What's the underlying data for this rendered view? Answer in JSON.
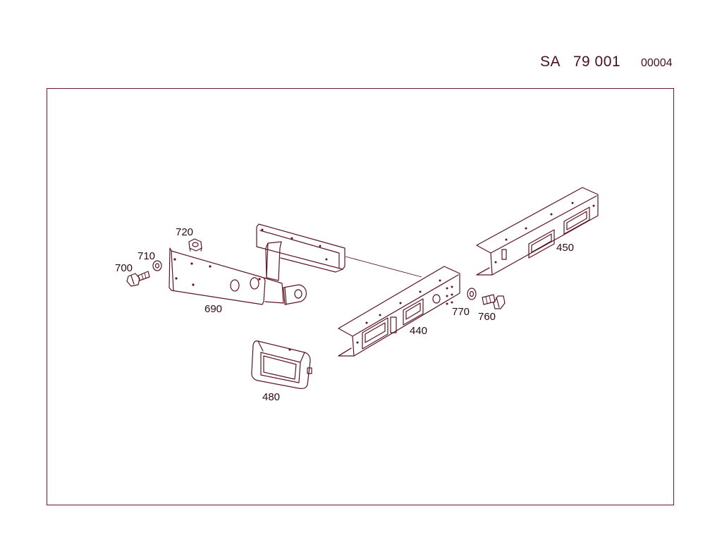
{
  "header": {
    "code": "SA   79 001",
    "sheet": "00004"
  },
  "parts": [
    {
      "id": "p700",
      "label": "700"
    },
    {
      "id": "p710",
      "label": "710"
    },
    {
      "id": "p720",
      "label": "720"
    },
    {
      "id": "p690",
      "label": "690"
    },
    {
      "id": "p480",
      "label": "480"
    },
    {
      "id": "p440",
      "label": "440"
    },
    {
      "id": "p450",
      "label": "450"
    },
    {
      "id": "p770",
      "label": "770"
    },
    {
      "id": "p760",
      "label": "760"
    }
  ],
  "colors": {
    "line": "#5a1422",
    "frame": "#6b1a2a",
    "text": "#2b0a12"
  }
}
